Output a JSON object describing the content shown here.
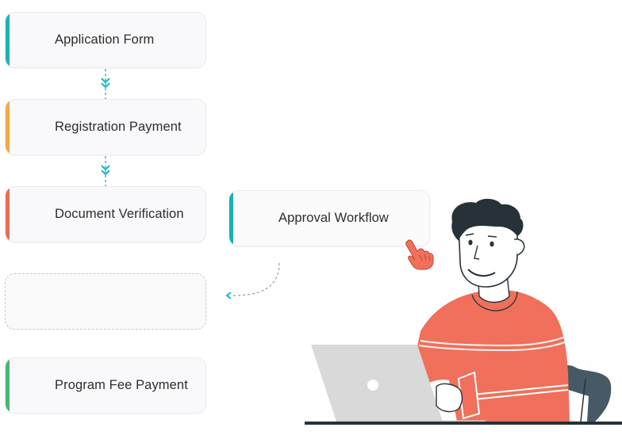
{
  "steps": [
    {
      "label": "Application Form",
      "accent": "#17b3b3"
    },
    {
      "label": "Registration Payment",
      "accent": "#f2aa45"
    },
    {
      "label": "Document Verification",
      "accent": "#ef6a55"
    },
    {
      "label": "",
      "accent": ""
    },
    {
      "label": "Program Fee Payment",
      "accent": "#46b86f"
    }
  ],
  "dragged_card": {
    "label": "Approval Workflow",
    "accent": "#17b3b3"
  },
  "colors": {
    "connector": "#19b5bd",
    "shirt": "#f0705b",
    "hair": "#263238",
    "laptop": "#d9d9d9",
    "chair": "#455a64"
  },
  "icons": {
    "connector_arrow": "double-chevron-down-icon",
    "drop_arrow": "chevron-left-icon",
    "cursor": "pointing-hand-icon"
  }
}
